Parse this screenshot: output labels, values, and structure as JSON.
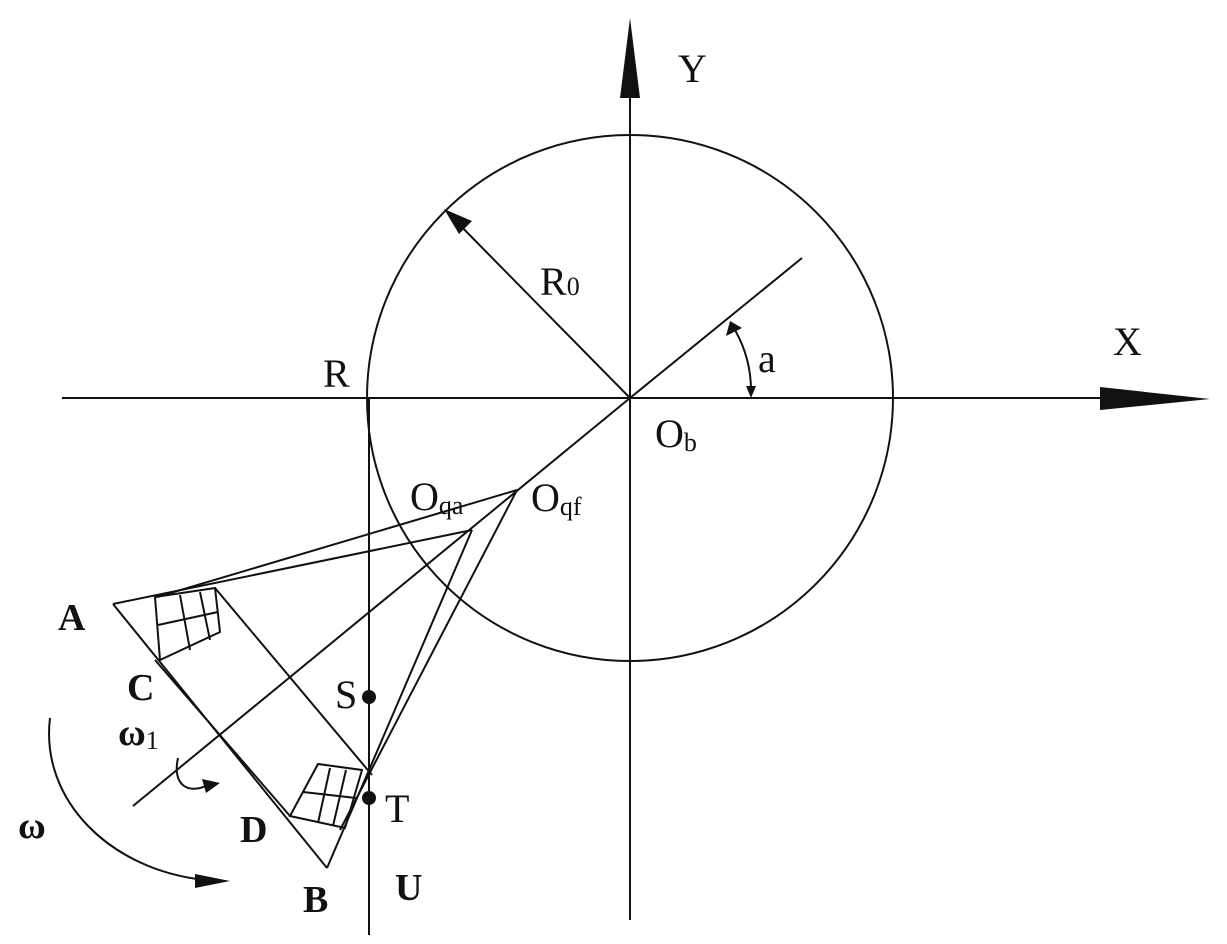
{
  "labels": {
    "y_axis": "Y",
    "x_axis": "X",
    "radius_main": "R",
    "radius_sub": "0",
    "point_r": "R",
    "angle": "a",
    "center_main": "O",
    "center_sub": "b",
    "oqa_main": "O",
    "oqa_sub": "qa",
    "oqf_main": "O",
    "oqf_sub": "qf",
    "a": "A",
    "b": "B",
    "c": "C",
    "d": "D",
    "s": "S",
    "t": "T",
    "u": "U",
    "omega": "ω",
    "omega1_main": "ω",
    "omega1_sub": "1"
  }
}
